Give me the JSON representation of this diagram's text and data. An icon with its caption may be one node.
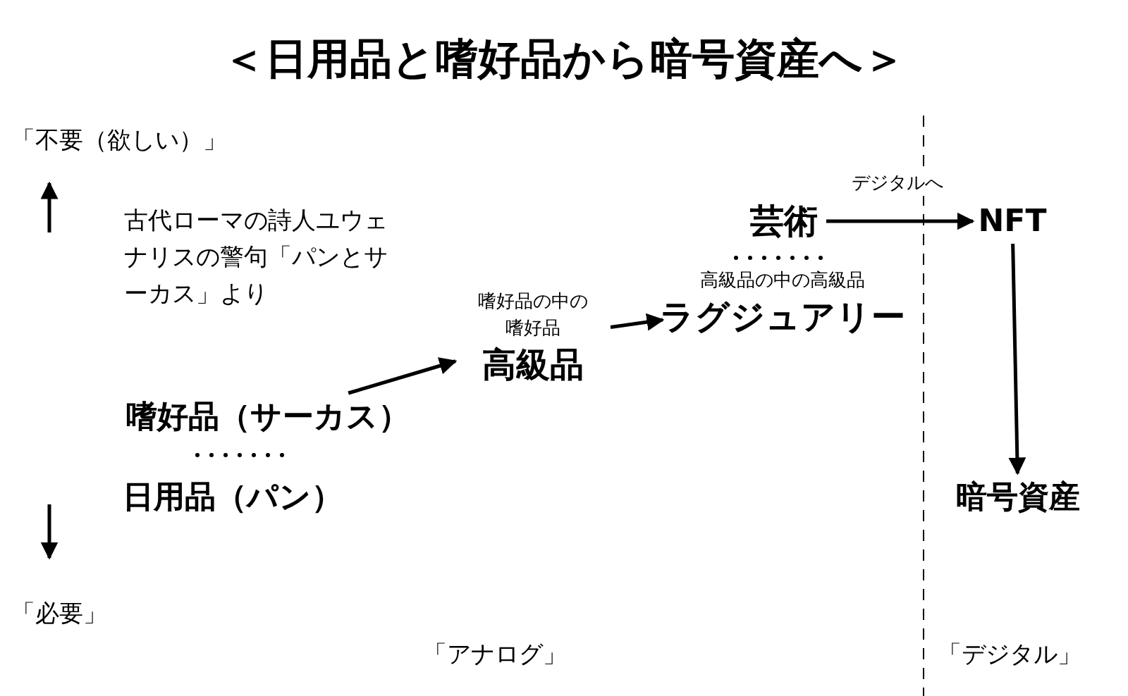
{
  "diagram": {
    "title": "＜日用品と嗜好品から暗号資産へ＞",
    "nodes": [
      {
        "text": [
          "嗜好品（サーカス）"
        ]
      },
      {
        "text": [
          "日用品（パン）"
        ]
      },
      {
        "text": [
          "嗜好品の中の嗜好品",
          "高級品"
        ]
      },
      {
        "text": [
          "高級品の中の高級品",
          "ラグジュアリー"
        ]
      },
      {
        "text": [
          "芸術"
        ]
      },
      {
        "text": [
          "NFT"
        ]
      },
      {
        "text": [
          "暗号資産"
        ]
      }
    ],
    "edges": [
      {
        "from": 0,
        "to": 2,
        "arrow": "to"
      },
      {
        "from": 2,
        "to": 3,
        "arrow": "to"
      },
      {
        "from": 4,
        "to": 5,
        "arrow": "to",
        "label": "デジタルへ"
      },
      {
        "from": 5,
        "to": 6,
        "arrow": "to"
      }
    ],
    "labels": [
      "「不要（欲しい）」",
      "古代ローマの詩人ユウェナリスの警句「パンとサーカス」より",
      "「必要」",
      "「アナログ」",
      "「デジタル」"
    ]
  }
}
